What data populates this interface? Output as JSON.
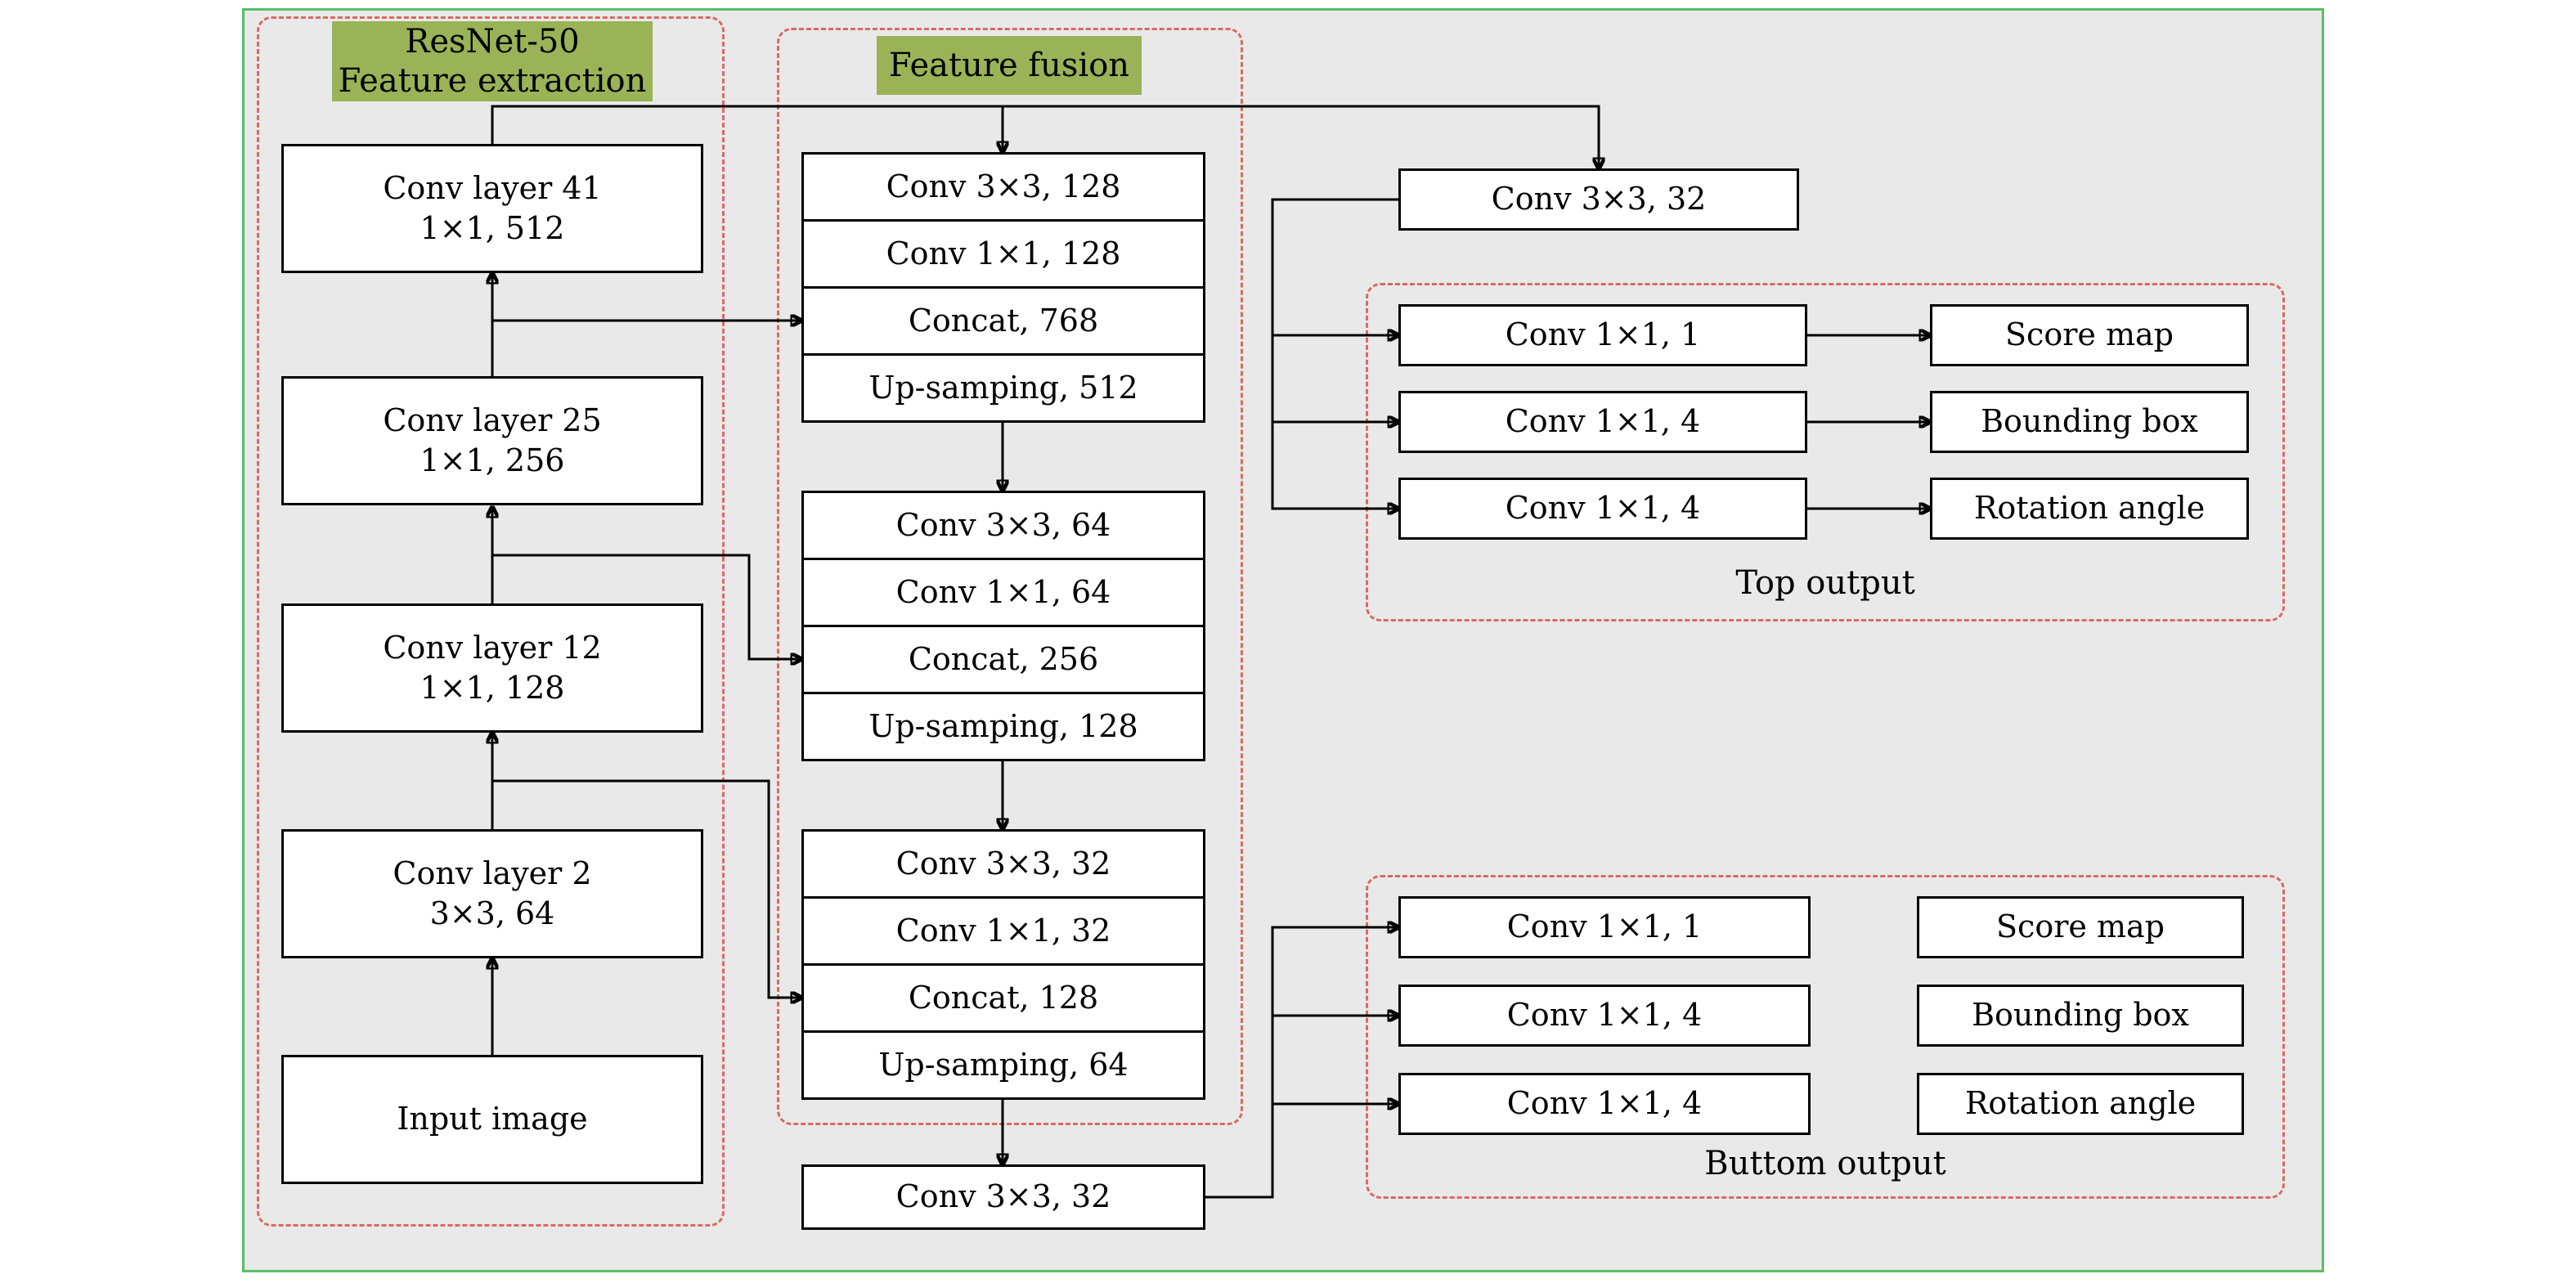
{
  "colors": {
    "panel_bg": "#e9e9e9",
    "panel_border": "#58c064",
    "region_border": "#da6a62",
    "label_bg": "#9ab357",
    "box_bg": "#ffffff",
    "box_border": "#000000"
  },
  "extraction": {
    "label_line1": "ResNet-50",
    "label_line2": "Feature extraction",
    "boxes": [
      {
        "l1": "Conv layer 41",
        "l2": "1×1, 512"
      },
      {
        "l1": "Conv layer 25",
        "l2": "1×1, 256"
      },
      {
        "l1": "Conv layer 12",
        "l2": "1×1, 128"
      },
      {
        "l1": "Conv layer 2",
        "l2": "3×3, 64"
      },
      {
        "l1": "Input image"
      }
    ]
  },
  "fusion": {
    "label": "Feature fusion",
    "group1": [
      "Conv 3×3, 128",
      "Conv 1×1, 128",
      "Concat, 768",
      "Up-samping, 512"
    ],
    "group2": [
      "Conv 3×3, 64",
      "Conv 1×1, 64",
      "Concat, 256",
      "Up-samping, 128"
    ],
    "group3": [
      "Conv 3×3, 32",
      "Conv 1×1, 32",
      "Concat, 128",
      "Up-samping, 64"
    ],
    "final_conv": "Conv 3×3, 32"
  },
  "top_branch": {
    "input_conv": "Conv 3×3, 32",
    "caption": "Top output",
    "convs": [
      "Conv 1×1, 1",
      "Conv 1×1, 4",
      "Conv 1×1, 4"
    ],
    "outputs": [
      "Score map",
      "Bounding box",
      "Rotation angle"
    ]
  },
  "bottom_branch": {
    "caption": "Buttom output",
    "convs": [
      "Conv 1×1, 1",
      "Conv 1×1, 4",
      "Conv 1×1, 4"
    ],
    "outputs": [
      "Score map",
      "Bounding box",
      "Rotation angle"
    ]
  }
}
